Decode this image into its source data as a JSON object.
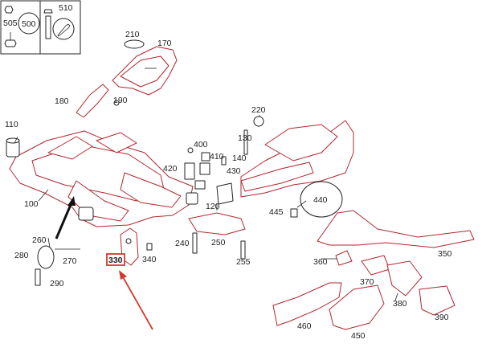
{
  "diagram": {
    "accent_color": "#c0392b",
    "part_color": "#b3262e",
    "legend": {
      "labels": [
        "505",
        "500",
        "510"
      ]
    },
    "callouts": [
      "505",
      "500",
      "510",
      "210",
      "170",
      "180",
      "190",
      "110",
      "100",
      "220",
      "130",
      "140",
      "400",
      "410",
      "420",
      "430",
      "440",
      "445",
      "120",
      "250",
      "240",
      "260",
      "270",
      "280",
      "290",
      "330",
      "340",
      "255",
      "350",
      "360",
      "370",
      "380",
      "390",
      "450",
      "460"
    ],
    "highlighted": "330"
  }
}
